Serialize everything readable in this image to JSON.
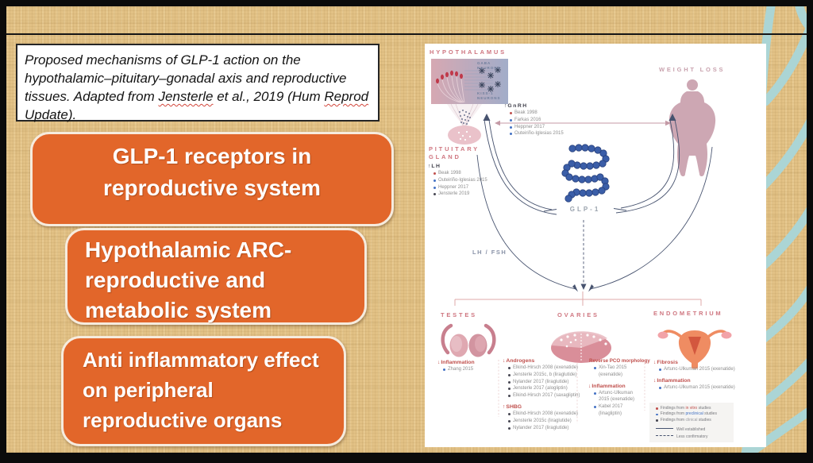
{
  "colors": {
    "accent_orange": "#e2662a",
    "burlap_tan": "#e2c185",
    "teal_decoration": "#abd5d5",
    "navy_diagram": "#47536f",
    "pink_label": "#cf7680",
    "ref_red": "#c0504d",
    "ref_blue": "#4472c4"
  },
  "slide": {
    "caption": {
      "part1": "Proposed mechanisms of GLP-1 action on the hypothalamic–pituitary–gonadal axis and reproductive tissues. Adapted from ",
      "underlined1": "Jensterle",
      "part2": " et al., 2019 (Hum ",
      "underlined2": "Reprod",
      "part3": " Update)."
    },
    "callouts": [
      "GLP-1 receptors in reproductive system",
      "Hypothalamic ARC-reproductive and metabolic system",
      "Anti inflammatory effect on peripheral reproductive organs"
    ]
  },
  "figure": {
    "hypothalamus": {
      "title": "HYPOTHALAMUS",
      "gaba_label": "GABA NEURONS",
      "kiss_label": "KISS-1 NEURONS"
    },
    "pituitary_title": "PITUITARY GLAND",
    "weight_loss_title": "WEIGHT LOSS",
    "glp1_label": "GLP-1",
    "lh_fsh_label": "LH / FSH",
    "gnrh": {
      "arrow": "↑",
      "label": "GnRH",
      "refs": [
        "Beak 1998",
        "Farkas 2016",
        "Heppner 2017",
        "Outeiriño-Iglesias 2015"
      ]
    },
    "lh": {
      "arrow": "↑",
      "label": "LH",
      "refs": [
        "Beak 1998",
        "Outeiriño-Iglesias 2015",
        "Heppner 2017",
        "Jensterle 2019"
      ]
    },
    "testes": {
      "title": "TESTES",
      "groups": [
        {
          "arrow": "↓",
          "label": "Inflammation",
          "refs": [
            "Zhang 2015"
          ]
        }
      ]
    },
    "ovaries": {
      "title": "OVARIES",
      "col1": [
        {
          "arrow": "↓",
          "label": "Androgens",
          "refs": [
            "Elkind-Hirsch 2008 (exenatide)",
            "Jensterle 2015c, b (liraglutide)",
            "Nylander 2017 (liraglutide)",
            "Jensterle 2017 (alogliptin)",
            "Elkind-Hirsch 2017 (saxagliptin)"
          ]
        },
        {
          "arrow": "↑",
          "label": "SHBG",
          "refs": [
            "Elkind-Hirsch 2008 (exenatide)",
            "Jensterle 2015c (liraglutide)",
            "Nylander 2017 (liraglutide)"
          ]
        }
      ],
      "col2": [
        {
          "arrow": "",
          "label": "Reverse PCO morphology",
          "refs": [
            "Xin-Tao 2015 (exenatide)"
          ]
        },
        {
          "arrow": "↓",
          "label": "Inflammation",
          "refs": [
            "Artunc-Ulkuman 2015 (exenatide)",
            "Kabel 2017 (linagliptin)"
          ]
        }
      ]
    },
    "endometrium": {
      "title": "ENDOMETRIUM",
      "groups": [
        {
          "arrow": "↓",
          "label": "Fibrosis",
          "refs": [
            "Artunc-Ulkuman 2015 (exenatide)"
          ]
        },
        {
          "arrow": "↓",
          "label": "Inflammation",
          "refs": [
            "Artunc-Ulkuman 2015 (exenatide)"
          ]
        }
      ]
    },
    "legend": {
      "items": [
        {
          "prefix": "Findings from ",
          "word": "in vitro",
          "suffix": " studies"
        },
        {
          "prefix": "Findings from ",
          "word": "preclinical",
          "suffix": " studies"
        },
        {
          "prefix": "Findings from ",
          "word": "clinical",
          "suffix": " studies"
        }
      ],
      "lines": [
        {
          "label": "Well established"
        },
        {
          "label": "Less confirmatory"
        }
      ]
    }
  }
}
